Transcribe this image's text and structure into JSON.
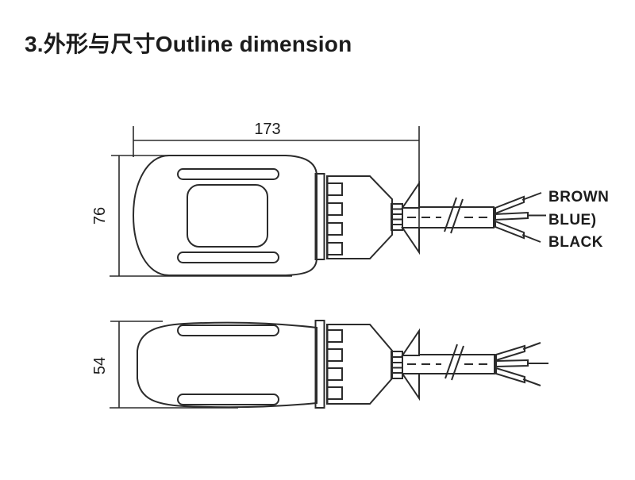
{
  "title": "3.外形与尺寸Outline dimension",
  "colors": {
    "line": "#2b2b2b",
    "text": "#1c1c1c",
    "background": "#ffffff"
  },
  "top_view": {
    "width_dim": "173",
    "height_dim": "76",
    "wire_labels": [
      "BROWN",
      "BLUE)",
      "BLACK"
    ]
  },
  "side_view": {
    "height_dim": "54"
  }
}
